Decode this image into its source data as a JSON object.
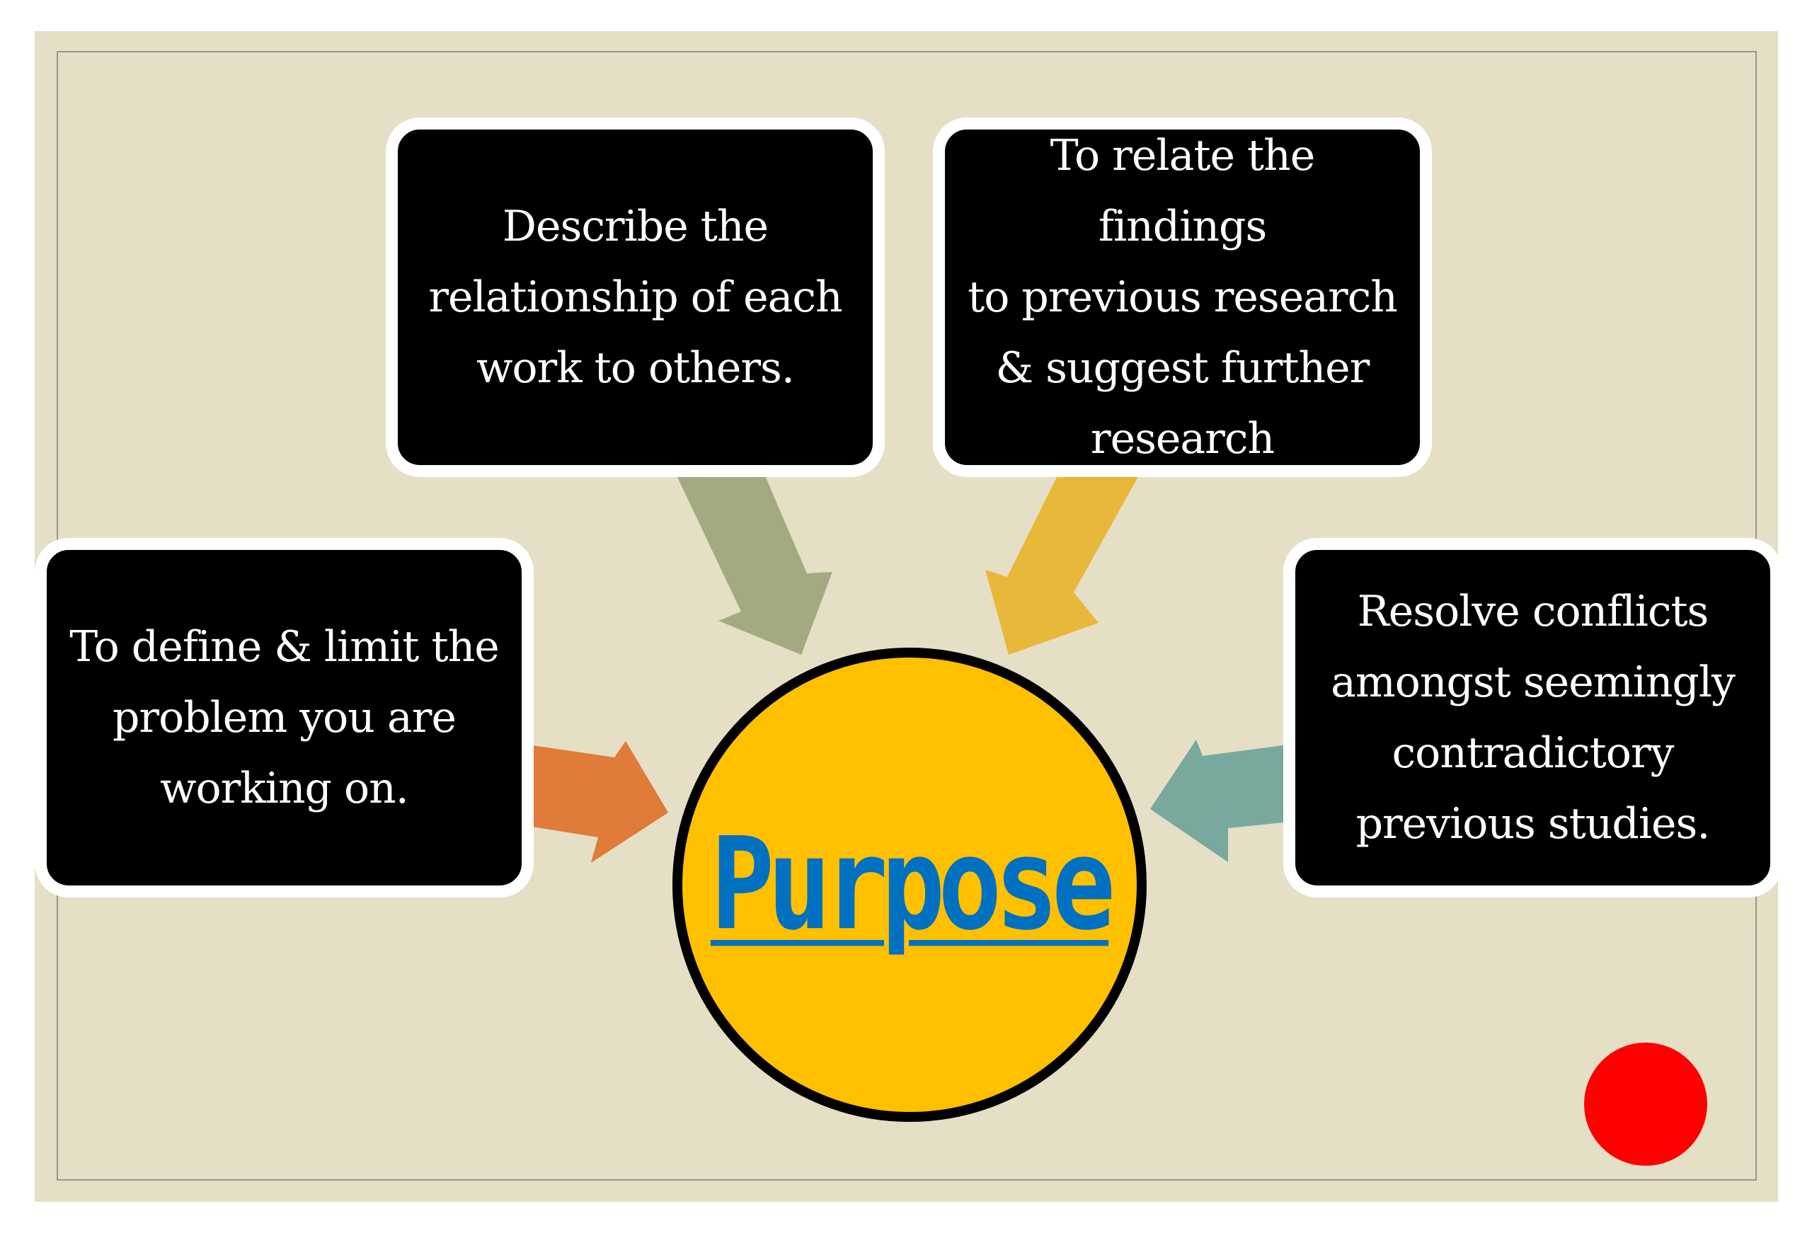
{
  "center": {
    "title": "Purpose"
  },
  "cards": {
    "left": "To define & limit the\nproblem you are\nworking on.",
    "top_left": "Describe the\nrelationship of each\nwork to others.",
    "top_right": "To relate the findings\nto previous research\n& suggest further\nresearch",
    "right": "Resolve conflicts\namongst seemingly\ncontradictory\nprevious studies."
  },
  "colors": {
    "background": "#e5dfc6",
    "card_fill": "#000000",
    "card_border": "#ffffff",
    "circle_fill": "#ffc000",
    "title_color": "#0070c0",
    "arrow_left": "#e07b39",
    "arrow_top_left": "#a3aa82",
    "arrow_top_right": "#e8b83a",
    "arrow_right": "#78a89e",
    "dot": "#ff0000"
  }
}
